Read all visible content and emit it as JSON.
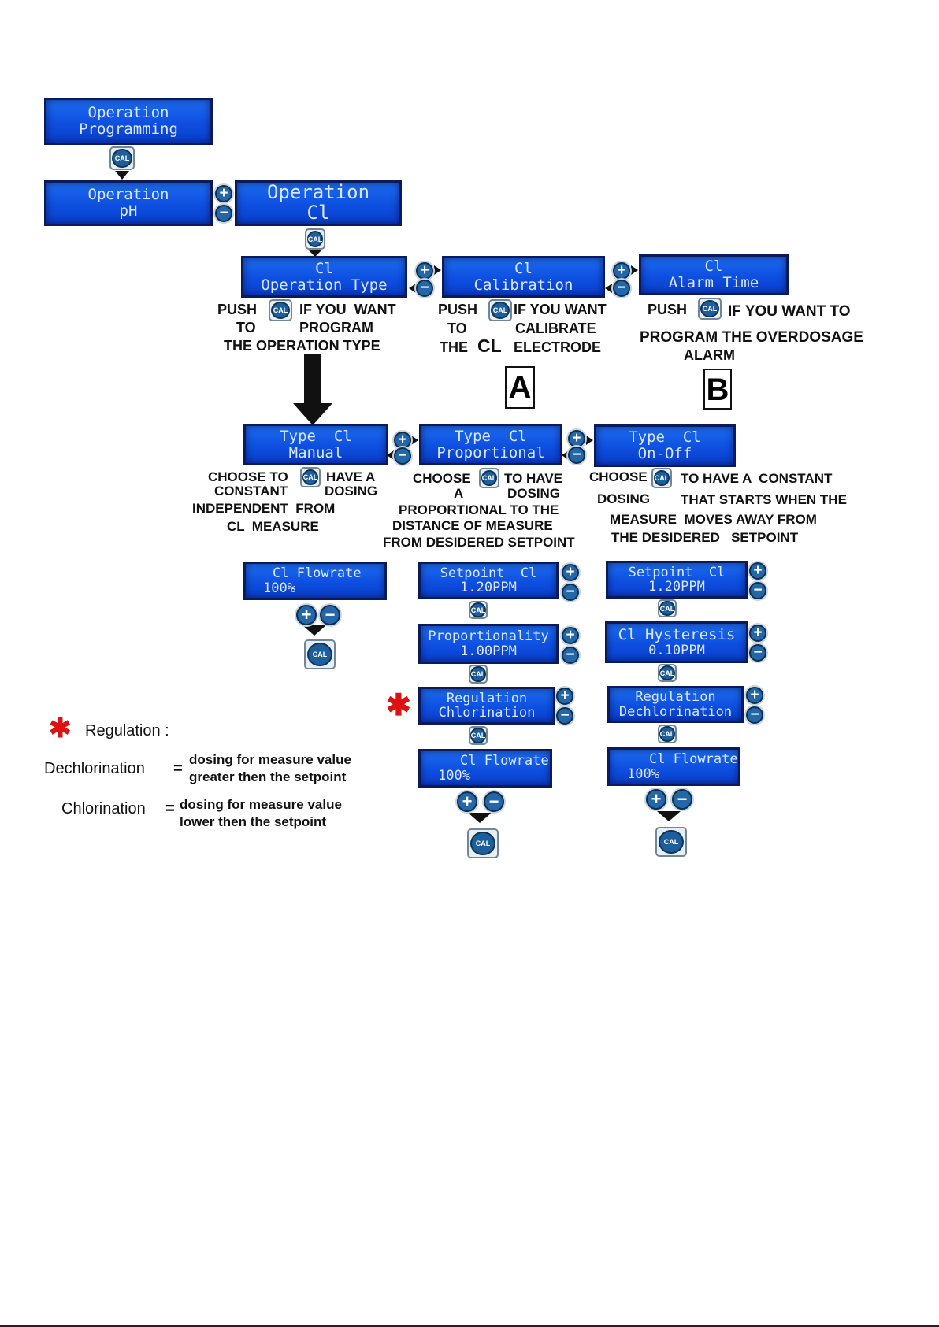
{
  "buttons": {
    "cal": "CAL",
    "plus": "+",
    "minus": "−"
  },
  "screens": {
    "op_programming": [
      "Operation",
      "Programming"
    ],
    "op_ph": [
      "Operation",
      "pH"
    ],
    "op_cl": [
      "Operation",
      "Cl"
    ],
    "cl_operation_type": [
      "Cl",
      "Operation Type"
    ],
    "cl_calibration": [
      "Cl",
      "Calibration"
    ],
    "cl_alarm_time": [
      "Cl",
      "Alarm Time"
    ],
    "type_manual": [
      "Type  Cl",
      "Manual"
    ],
    "type_proportional": [
      "Type  Cl",
      "Proportional"
    ],
    "type_onoff": [
      "Type  Cl",
      "On-Off"
    ],
    "manual_flowrate": [
      "Cl Flowrate",
      "100%"
    ],
    "prop_setpoint": [
      "Setpoint  Cl",
      "1.20PPM"
    ],
    "prop_proportionality": [
      "Proportionality",
      "1.00PPM"
    ],
    "prop_regulation": [
      "Regulation",
      "Chlorination"
    ],
    "prop_flowrate": [
      "Cl Flowrate",
      "100%"
    ],
    "onoff_setpoint": [
      "Setpoint  Cl",
      "1.20PPM"
    ],
    "onoff_hysteresis": [
      "Cl Hysteresis",
      "0.10PPM"
    ],
    "onoff_regulation": [
      "Regulation",
      "Dechlorination"
    ],
    "onoff_flowrate": [
      "Cl Flowrate",
      "100%"
    ]
  },
  "instructions": {
    "op_type": {
      "l1a": "PUSH",
      "l1b": "IF YOU  WANT",
      "l2a": "TO",
      "l2b": "PROGRAM",
      "l3": "THE OPERATION TYPE"
    },
    "calibrate": {
      "l1a": "PUSH",
      "l1b": "IF YOU WANT",
      "l2a": "TO",
      "l2b": "CALIBRATE",
      "l3a": "THE",
      "l3b": "CL",
      "l3c": "ELECTRODE"
    },
    "alarm": {
      "l1a": "PUSH",
      "l1b": "IF YOU WANT TO",
      "l2": "PROGRAM THE OVERDOSAGE",
      "l3": "ALARM"
    },
    "manual": {
      "l1a": "CHOOSE TO",
      "l1b": "HAVE A",
      "l2a": "CONSTANT",
      "l2b": "DOSING",
      "l3": "INDEPENDENT  FROM",
      "l4": "CL  MEASURE"
    },
    "proportional": {
      "l1a": "CHOOSE",
      "l1b": "TO HAVE",
      "l2a": "A",
      "l2b": "DOSING",
      "l3": "PROPORTIONAL TO THE",
      "l4": "DISTANCE OF MEASURE",
      "l5": "FROM DESIDERED SETPOINT"
    },
    "onoff": {
      "l1a": "CHOOSE",
      "l1b": "TO HAVE A  CONSTANT",
      "l2a": "DOSING",
      "l2b": "THAT STARTS WHEN THE",
      "l3": "MEASURE  MOVES AWAY FROM",
      "l4": "THE DESIDERED   SETPOINT"
    }
  },
  "markers": {
    "a": "A",
    "b": "B"
  },
  "legend": {
    "star": "✱",
    "title": "Regulation :",
    "dechlorination_term": "Dechlorination",
    "dechlorination_eq": "=",
    "dechlorination_desc1": "dosing for measure value",
    "dechlorination_desc2": "greater then the setpoint",
    "chlorination_term": "Chlorination",
    "chlorination_eq": "=",
    "chlorination_desc1": "dosing for measure value",
    "chlorination_desc2": "lower then the setpoint"
  },
  "colors": {
    "lcd": "#0e4fe0",
    "lcd_text": "#d8e6ff",
    "button": "#1d5f9c",
    "star": "#dd1111"
  }
}
